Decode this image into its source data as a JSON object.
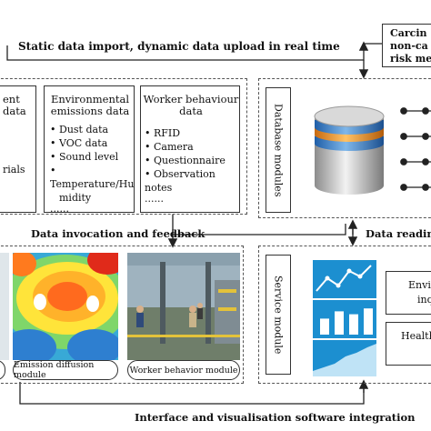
{
  "top_arrow_label": "Static data import, dynamic data upload in real time",
  "risk_box": {
    "line1": "Carcin",
    "line2": "non-ca",
    "line3": "risk me"
  },
  "source_cards": [
    {
      "title1": "ent",
      "title2": "data",
      "items": [],
      "item_text": "",
      "extra": "rials"
    },
    {
      "title1": "Environmental",
      "title2": "emissions data",
      "items": [
        "Dust data",
        "VOC data",
        "Sound level",
        "Temperature/Hu",
        "midity"
      ],
      "ellipsis": "······"
    },
    {
      "title1": "Worker behaviour",
      "title2": "data",
      "items": [
        "RFID",
        "Camera",
        "Questionnaire",
        "Observation notes"
      ],
      "ellipsis": "······"
    }
  ],
  "database_label": "Database modules",
  "service_label": "Service module",
  "invocation_label": "Data invocation and feedback",
  "reading_label": "Data reading,",
  "modules": [
    {
      "caption": "Emission diffusion module"
    },
    {
      "caption": "Worker behavior module"
    }
  ],
  "service_boxes": [
    {
      "line1": "Envir",
      "line2": "inq"
    },
    {
      "line1": "Health"
    }
  ],
  "bottom_label": "Interface and visualisation software integration",
  "chart_icons": {
    "bars": [
      0.55,
      0.8,
      0.7,
      0.9
    ]
  }
}
